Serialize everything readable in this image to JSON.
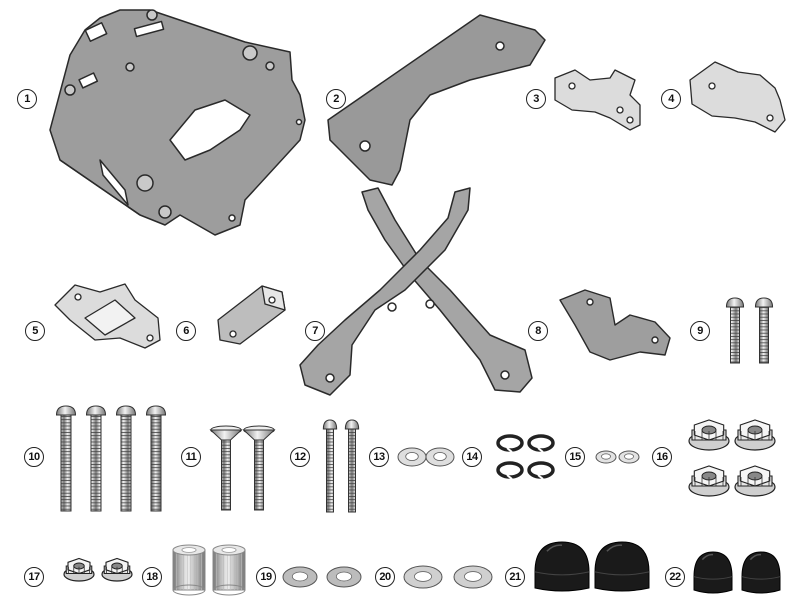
{
  "parts": [
    {
      "number": "1",
      "name": "rear-rack-plate"
    },
    {
      "number": "2",
      "name": "plate-bracket"
    },
    {
      "number": "3",
      "name": "small-cross-plate"
    },
    {
      "number": "4",
      "name": "small-cross-plate-b"
    },
    {
      "number": "5",
      "name": "spacer-plate"
    },
    {
      "number": "6",
      "name": "angle-block"
    },
    {
      "number": "7",
      "name": "x-frame"
    },
    {
      "number": "8",
      "name": "curved-bracket"
    },
    {
      "number": "9",
      "name": "short-screws"
    },
    {
      "number": "10",
      "name": "long-screws"
    },
    {
      "number": "11",
      "name": "countersunk-screws"
    },
    {
      "number": "12",
      "name": "thin-long-screws"
    },
    {
      "number": "13",
      "name": "flat-washers"
    },
    {
      "number": "14",
      "name": "spring-washers"
    },
    {
      "number": "15",
      "name": "small-washers"
    },
    {
      "number": "16",
      "name": "self-locking-nuts-large"
    },
    {
      "number": "17",
      "name": "self-locking-nuts-small"
    },
    {
      "number": "18",
      "name": "spacers"
    },
    {
      "number": "19",
      "name": "medium-washers"
    },
    {
      "number": "20",
      "name": "large-washers"
    },
    {
      "number": "21",
      "name": "large-cap-nuts"
    },
    {
      "number": "22",
      "name": "small-cap-nuts"
    }
  ],
  "colors": {
    "metal": "#9b9b9b",
    "outline": "#2a2a2a",
    "light": "#d8d8d8",
    "black": "#1a1a1a",
    "white": "#ffffff"
  }
}
